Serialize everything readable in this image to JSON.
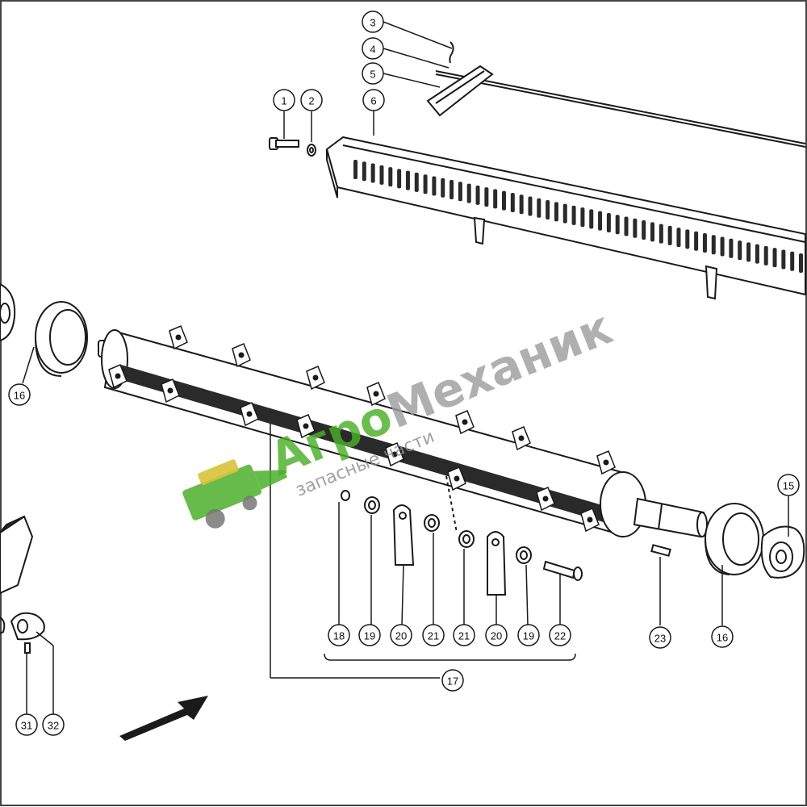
{
  "callouts": [
    {
      "id": "c1",
      "label": "1"
    },
    {
      "id": "c2",
      "label": "2"
    },
    {
      "id": "c3",
      "label": "3"
    },
    {
      "id": "c4",
      "label": "4"
    },
    {
      "id": "c5",
      "label": "5"
    },
    {
      "id": "c6",
      "label": "6"
    },
    {
      "id": "c15",
      "label": "15"
    },
    {
      "id": "c16a",
      "label": "16"
    },
    {
      "id": "c16b",
      "label": "16"
    },
    {
      "id": "c17",
      "label": "17"
    },
    {
      "id": "c18",
      "label": "18"
    },
    {
      "id": "c19a",
      "label": "19"
    },
    {
      "id": "c20a",
      "label": "20"
    },
    {
      "id": "c21a",
      "label": "21"
    },
    {
      "id": "c21b",
      "label": "21"
    },
    {
      "id": "c20b",
      "label": "20"
    },
    {
      "id": "c19b",
      "label": "19"
    },
    {
      "id": "c22",
      "label": "22"
    },
    {
      "id": "c23",
      "label": "23"
    },
    {
      "id": "c31",
      "label": "31"
    },
    {
      "id": "c32",
      "label": "32"
    }
  ],
  "watermark": {
    "brand_part1": "Агро",
    "brand_part2": "Механик",
    "tagline": "запасные части",
    "color_green": "#4caf2a",
    "color_dark_green": "#2e7d32",
    "color_yellow": "#d8c23a"
  },
  "colors": {
    "line": "#1a1a1a",
    "frame": "#444444",
    "shade": "#2a2a2a"
  }
}
